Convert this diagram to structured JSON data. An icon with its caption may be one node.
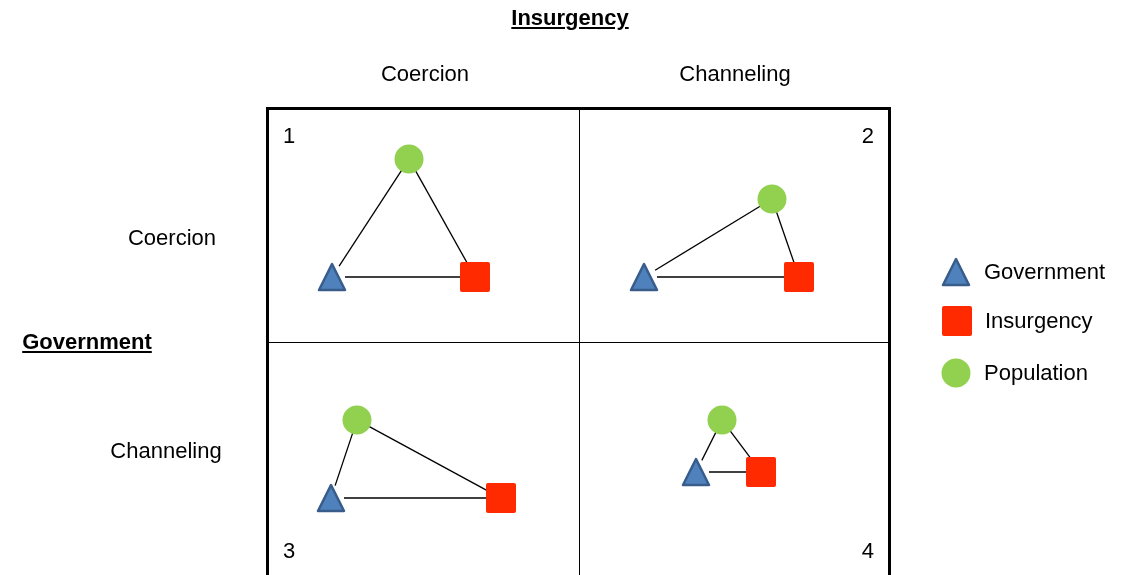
{
  "diagram": {
    "nodes": [
      {
        "text": [
          "1"
        ]
      },
      {
        "text": [],
        "shape": "circle",
        "in": 0
      },
      {
        "text": [],
        "shape": "triangle",
        "in": 0
      },
      {
        "text": [],
        "shape": "box",
        "in": 0
      },
      {
        "text": [
          "2"
        ]
      },
      {
        "text": [],
        "shape": "circle",
        "in": 4
      },
      {
        "text": [],
        "shape": "triangle",
        "in": 4
      },
      {
        "text": [],
        "shape": "box",
        "in": 4
      },
      {
        "text": [
          "3"
        ]
      },
      {
        "text": [],
        "shape": "circle",
        "in": 8
      },
      {
        "text": [],
        "shape": "triangle",
        "in": 8
      },
      {
        "text": [],
        "shape": "box",
        "in": 8
      },
      {
        "text": [
          "4"
        ]
      },
      {
        "text": [],
        "shape": "circle",
        "in": 12
      },
      {
        "text": [],
        "shape": "triangle",
        "in": 12
      },
      {
        "text": [],
        "shape": "box",
        "in": 12
      }
    ],
    "edges": [
      {
        "from": 1,
        "to": 2,
        "arrow": "none"
      },
      {
        "from": 1,
        "to": 3,
        "arrow": "none"
      },
      {
        "from": 2,
        "to": 3,
        "arrow": "none"
      },
      {
        "from": 5,
        "to": 6,
        "arrow": "none"
      },
      {
        "from": 5,
        "to": 7,
        "arrow": "none"
      },
      {
        "from": 6,
        "to": 7,
        "arrow": "none"
      },
      {
        "from": 9,
        "to": 10,
        "arrow": "none"
      },
      {
        "from": 9,
        "to": 11,
        "arrow": "none"
      },
      {
        "from": 10,
        "to": 11,
        "arrow": "none"
      },
      {
        "from": 13,
        "to": 14,
        "arrow": "none"
      },
      {
        "from": 13,
        "to": 15,
        "arrow": "none"
      },
      {
        "from": 14,
        "to": 15,
        "arrow": "none"
      }
    ],
    "labels": [
      "Insurgency",
      "Coercion",
      "Channeling",
      "Coercion",
      "Government",
      "Channeling"
    ],
    "legend": [
      {
        "text": "Government"
      },
      {
        "text": "Insurgency"
      },
      {
        "text": "Population"
      }
    ]
  }
}
